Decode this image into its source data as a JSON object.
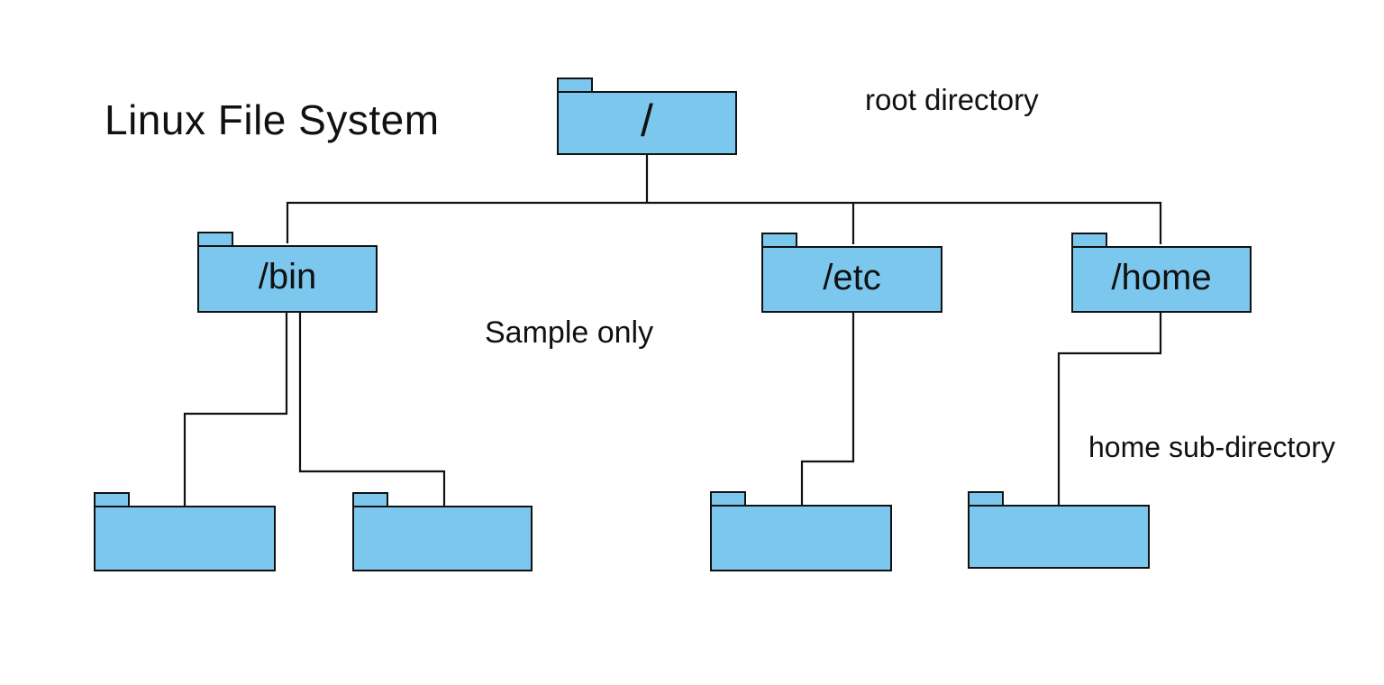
{
  "diagram": {
    "title": "Linux File System",
    "annotations": {
      "root_directory": "root directory",
      "sample_only": "Sample only",
      "home_sub_directory": "home sub-directory"
    },
    "colors": {
      "folder_fill": "#7CC7EE",
      "folder_border": "#111111",
      "connector_line": "#111111",
      "background": "#FFFFFF",
      "text": "#111111"
    },
    "nodes": [
      {
        "id": "root",
        "label": "/",
        "children": [
          "bin",
          "etc",
          "home"
        ]
      },
      {
        "id": "bin",
        "label": "/bin",
        "children": [
          "bin-sub-1",
          "bin-sub-2"
        ]
      },
      {
        "id": "etc",
        "label": "/etc",
        "children": [
          "etc-sub-1"
        ]
      },
      {
        "id": "home",
        "label": "/home",
        "children": [
          "home-sub-1"
        ]
      },
      {
        "id": "bin-sub-1",
        "label": "",
        "children": []
      },
      {
        "id": "bin-sub-2",
        "label": "",
        "children": []
      },
      {
        "id": "etc-sub-1",
        "label": "",
        "children": []
      },
      {
        "id": "home-sub-1",
        "label": "",
        "children": []
      }
    ]
  }
}
